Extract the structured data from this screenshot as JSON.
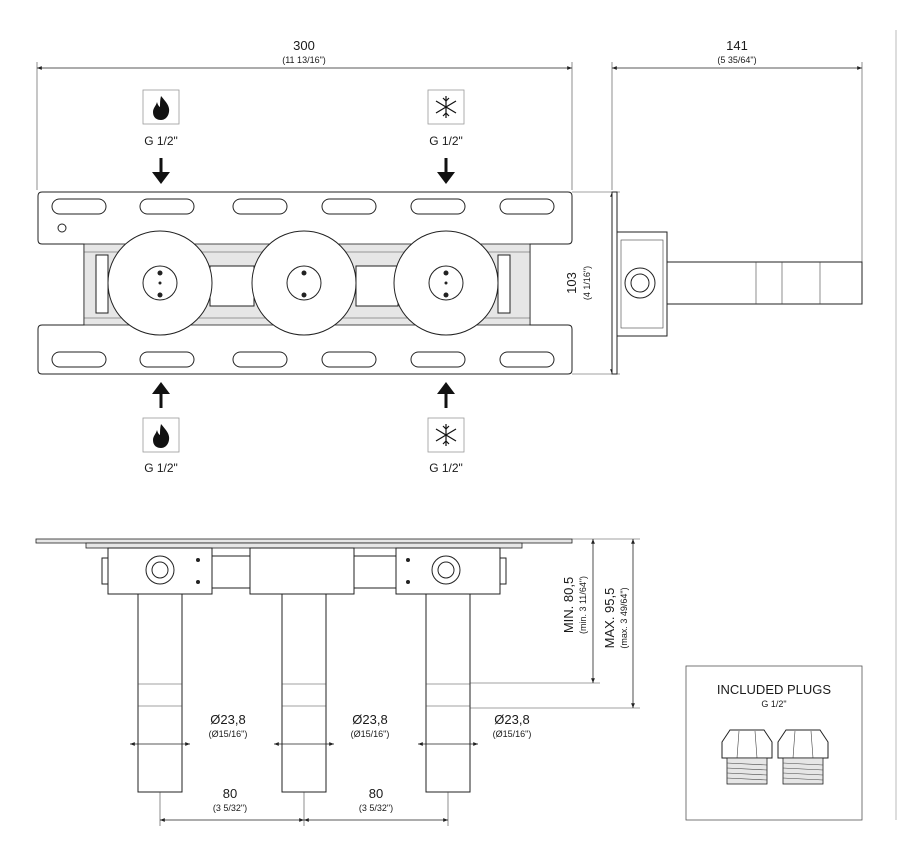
{
  "front_view": {
    "width_dim": "300",
    "width_dim_in": "(11 13/16\")",
    "height_dim": "103",
    "height_dim_in": "(4 1/16\")",
    "top_hot_label": "G 1/2\"",
    "top_cold_label": "G 1/2\"",
    "bottom_hot_label": "G 1/2\"",
    "bottom_cold_label": "G 1/2\""
  },
  "side_view": {
    "depth_dim": "141",
    "depth_dim_in": "(5 35/64\")"
  },
  "bottom_view": {
    "min_dim": "MIN. 80,5",
    "min_dim_in": "(min. 3 11/64\")",
    "max_dim": "MAX. 95,5",
    "max_dim_in": "(max. 3 49/64\")",
    "pipe_dia": [
      "Ø23,8",
      "Ø23,8",
      "Ø23,8"
    ],
    "pipe_dia_in": [
      "(Ø15/16\")",
      "(Ø15/16\")",
      "(Ø15/16\")"
    ],
    "spacing": [
      "80",
      "80"
    ],
    "spacing_in": [
      "(3 5/32\")",
      "(3 5/32\")"
    ]
  },
  "plugs_box": {
    "title": "INCLUDED PLUGS",
    "subtitle": "G 1/2\""
  },
  "icons": {
    "hot": "flame-icon",
    "cold": "snowflake-icon"
  },
  "colors": {
    "line": "#222222",
    "fill_shade": "#e6e6e6"
  }
}
